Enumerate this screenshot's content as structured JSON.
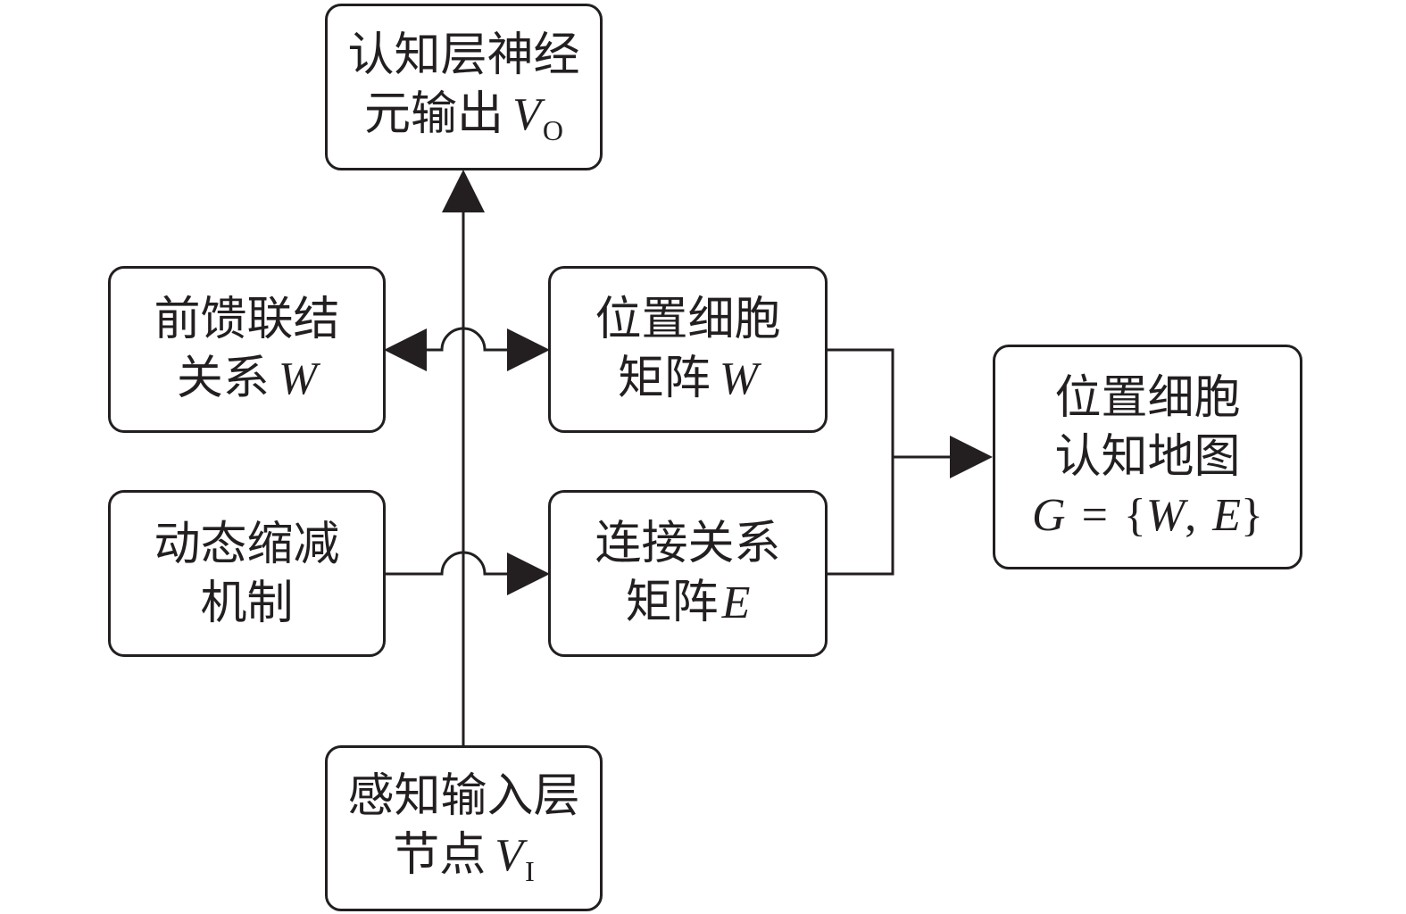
{
  "nodes": {
    "cognitive_output": {
      "line1": "认知层神经",
      "line2": "元输出",
      "var": "V",
      "sub": "O"
    },
    "feedforward": {
      "line1": "前馈联结",
      "line2": "关系",
      "var": "W"
    },
    "place_cell_matrix": {
      "line1": "位置细胞",
      "line2": "矩阵",
      "var": "W"
    },
    "dynamic_reduction": {
      "line1": "动态缩减",
      "line2": "机制"
    },
    "connection_matrix": {
      "line1": "连接关系",
      "line2": "矩阵",
      "var": "E"
    },
    "cognitive_map": {
      "line1": "位置细胞",
      "line2": "认知地图",
      "formula": {
        "lhs": "G",
        "eq": "=",
        "open": "{",
        "a": "W",
        "comma": ",",
        "b": "E",
        "close": "}"
      }
    },
    "perception_input": {
      "line1": "感知输入层",
      "line2": "节点",
      "var": "V",
      "sub": "I"
    }
  },
  "colors": {
    "stroke": "#231f20",
    "background": "#ffffff"
  }
}
